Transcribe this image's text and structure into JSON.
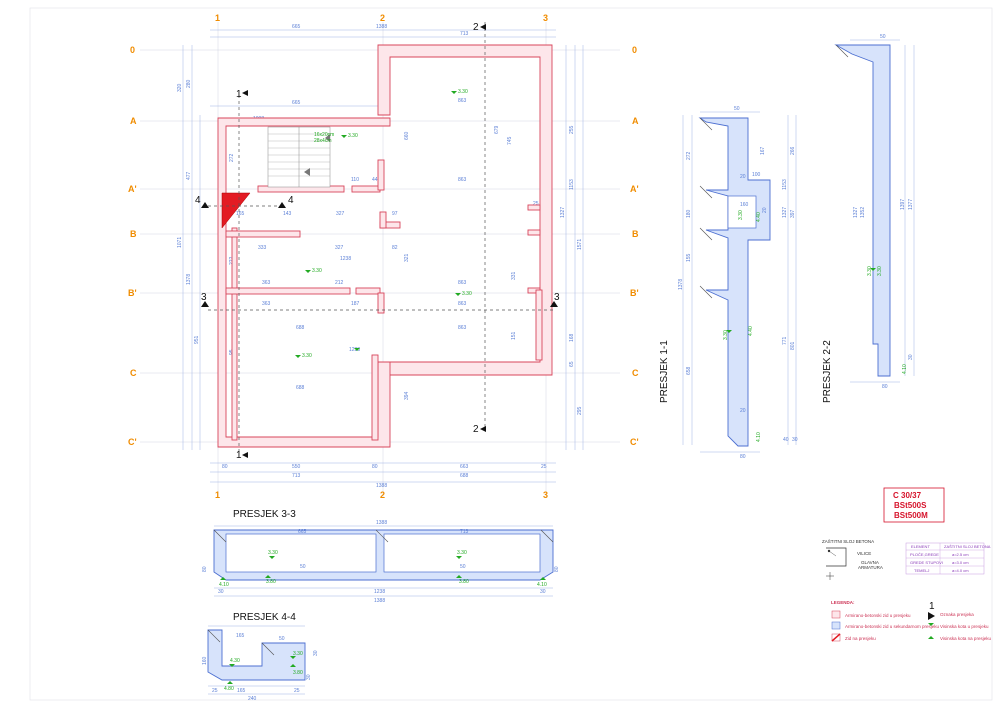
{
  "grid": {
    "columns_top": [
      "1",
      "2",
      "3"
    ],
    "columns_bottom": [
      "1",
      "2",
      "3"
    ],
    "rows_left": [
      "0",
      "A",
      "A'",
      "B",
      "B'",
      "C",
      "C'"
    ],
    "rows_right": [
      "0",
      "A",
      "A'",
      "B",
      "B'",
      "C",
      "C'"
    ]
  },
  "cuts": {
    "c1_top": "1",
    "c1_bottom": "1",
    "c2_top": "2",
    "c2_bottom": "2",
    "c3_left": "3",
    "c3_right": "3",
    "c4_left": "4",
    "c4_right": "4"
  },
  "plan": {
    "top_dims": [
      "665",
      "713",
      "1388"
    ],
    "bottom_dims": [
      "80",
      "550",
      "80",
      "663",
      "25",
      "713",
      "688",
      "1388"
    ],
    "inner_dims": [
      "665",
      "863",
      "863",
      "863",
      "863",
      "863",
      "333",
      "327",
      "212",
      "187",
      "143",
      "165",
      "327",
      "363",
      "363",
      "688",
      "688",
      "97",
      "82",
      "110",
      "44",
      "1238",
      "1238",
      "1008",
      "1071",
      "1378",
      "679",
      "745",
      "1153",
      "1571",
      "1327",
      "951",
      "394",
      "151",
      "295",
      "168",
      "65",
      "331",
      "222",
      "321",
      "272",
      "477",
      "320",
      "280",
      "255",
      "660",
      "95",
      "25"
    ],
    "stair_text_1": "16x20cm",
    "stair_text_2": "28x4cm",
    "levels": [
      "3.30",
      "3.30",
      "3.30",
      "3.30",
      "3.30",
      "3.30"
    ]
  },
  "sections": {
    "s11": "PRESJEK 1-1",
    "s22": "PRESJEK 2-2",
    "s33": "PRESJEK 3-3",
    "s44": "PRESJEK 4-4",
    "s11_dims": [
      "50",
      "272",
      "180",
      "155",
      "20",
      "100",
      "20",
      "160",
      "1378",
      "1153",
      "771",
      "801",
      "658",
      "20",
      "40",
      "30",
      "80",
      "167",
      "266",
      "397",
      "1327"
    ],
    "s11_levels": [
      "3.30",
      "3.30",
      "4.10",
      "4.40",
      "4.40"
    ],
    "s22_dims": [
      "50",
      "1327",
      "1352",
      "1397",
      "1377",
      "80",
      "30"
    ],
    "s22_levels": [
      "3.30",
      "3.30",
      "4.10"
    ],
    "s33_dims": [
      "1388",
      "665",
      "713",
      "50",
      "50",
      "1238",
      "1388",
      "30",
      "30",
      "80",
      "80"
    ],
    "s33_levels": [
      "3.30",
      "3.30",
      "3.80",
      "3.80",
      "4.10",
      "4.10"
    ],
    "s44_dims": [
      "165",
      "50",
      "30",
      "165",
      "240",
      "30",
      "160",
      "25",
      "25"
    ],
    "s44_levels": [
      "4.30",
      "3.30",
      "3.80",
      "4.80"
    ]
  },
  "material": {
    "concrete": "C 30/37",
    "rebar1": "BSt500S",
    "rebar2": "BSt500M"
  },
  "cover": {
    "title": "ZAŠTITNI SLOJ BETONA",
    "label_top": "VILICE",
    "label_bottom1": "GLAVNA",
    "label_bottom2": "ARMATURA",
    "table_head": [
      "ELEMENT",
      "ZAŠTITNI SLOJ BETONA"
    ],
    "table_rows": [
      [
        "PLOČE,GREDE",
        "a=2.5 cm"
      ],
      [
        "GREDE STUPOVI",
        "a=3.0 cm"
      ],
      [
        "TEMELJ",
        "a=4.0 cm"
      ]
    ]
  },
  "legend": {
    "title": "LEGENDA:",
    "items": [
      "Armirano-betonski zid u presjeku",
      "Armirano-betonski zid u sekundarnom presjeku",
      "Zid na presjeku"
    ],
    "right_items": [
      "Oznaka presjeka",
      "Visinska kota u presjeku",
      "Visinska kota na presjeku"
    ],
    "cut_mark": "1"
  },
  "colors": {
    "grid_label": "#f08c00",
    "wall_red": "#d8455b",
    "section_blue": "#4c6fd1",
    "dimension": "#5b7fd6",
    "level_green": "#22aa22",
    "material_red": "#d6132b"
  }
}
